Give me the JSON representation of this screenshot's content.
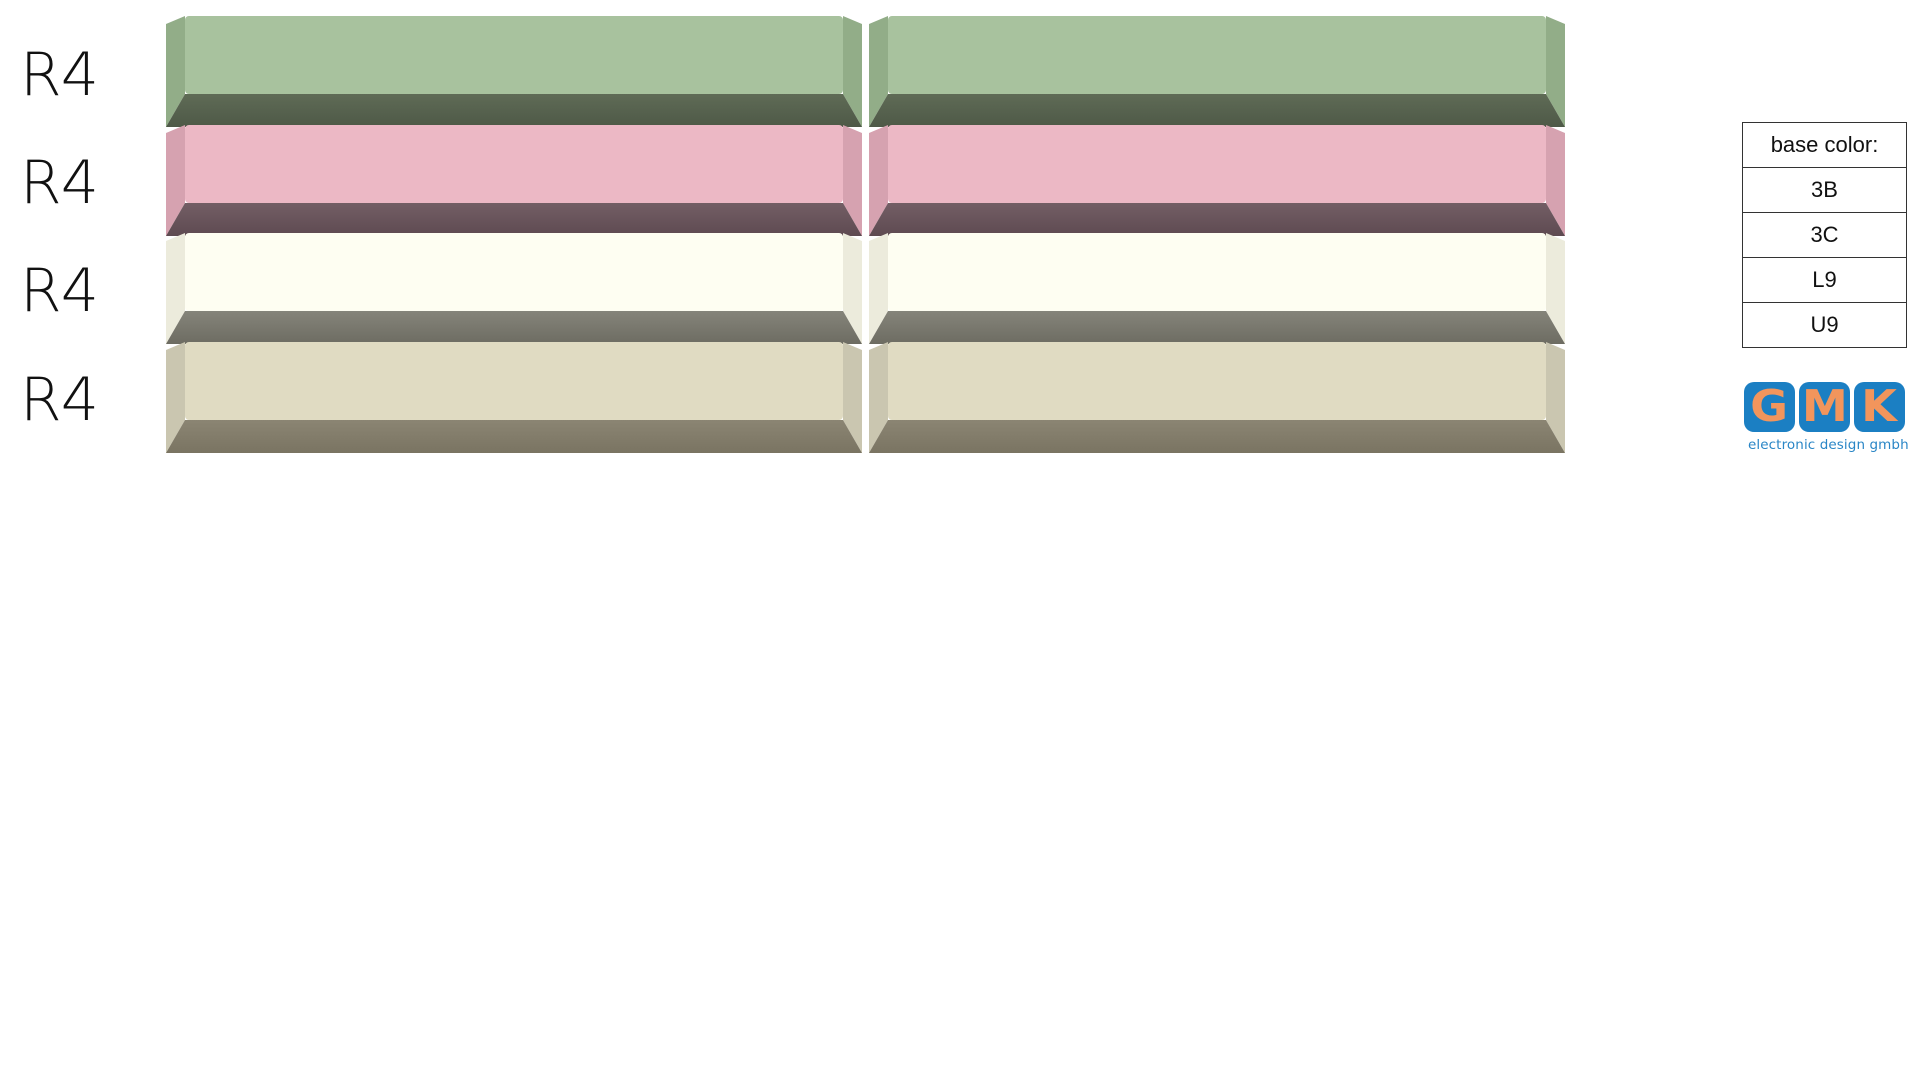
{
  "rows": [
    {
      "label": "R4",
      "color_code": "3B",
      "top": "#a8c29e",
      "side": "#92ad88",
      "bevel": "#5f6b56",
      "bevel_dark": "#4e5947"
    },
    {
      "label": "R4",
      "color_code": "3C",
      "top": "#ecb8c5",
      "side": "#d6a2b0",
      "bevel": "#735e65",
      "bevel_dark": "#5e4a51"
    },
    {
      "label": "R4",
      "color_code": "L9",
      "top": "#fefef2",
      "side": "#ecebdc",
      "bevel": "#85847a",
      "bevel_dark": "#6d6c62"
    },
    {
      "label": "R4",
      "color_code": "U9",
      "top": "#e0dbc2",
      "side": "#cac6b0",
      "bevel": "#8b8573",
      "bevel_dark": "#7a7462"
    }
  ],
  "legend": {
    "header": "base color:",
    "items": [
      "3B",
      "3C",
      "L9",
      "U9"
    ]
  },
  "brand": {
    "letters": [
      "G",
      "M",
      "K"
    ],
    "subtitle": "electronic design gmbh",
    "tile_color": "#1b7fc3",
    "letter_color": "#f2955c"
  }
}
